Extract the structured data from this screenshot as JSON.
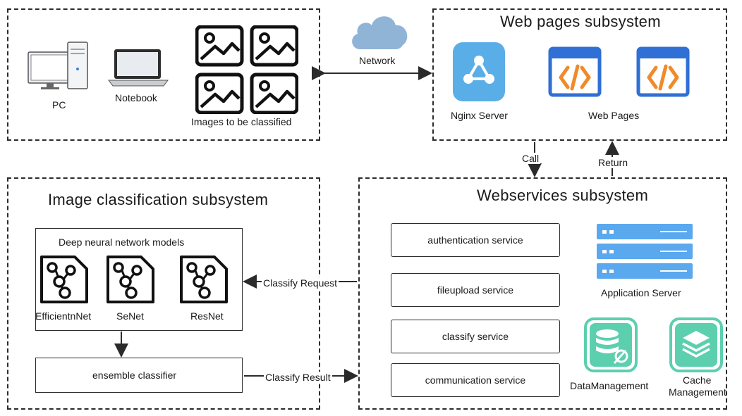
{
  "clients": {
    "pc_label": "PC",
    "notebook_label": "Notebook",
    "images_label": "Images to be classified"
  },
  "network": {
    "label": "Network"
  },
  "web_pages": {
    "title": "Web pages subsystem",
    "nginx_label": "Nginx Server",
    "pages_label": "Web Pages"
  },
  "arrows": {
    "call": "Call",
    "return": "Return",
    "classify_request": "Classify Request",
    "classify_result": "Classify Result"
  },
  "image_classification": {
    "title": "Image classification subsystem",
    "models_title": "Deep neural network models",
    "models": [
      "EfficientnNet",
      "SeNet",
      "ResNet"
    ],
    "ensemble_label": "ensemble classifier"
  },
  "webservices": {
    "title": "Webservices subsystem",
    "services": [
      "authentication service",
      "fileupload service",
      "classify service",
      "communication service"
    ],
    "app_server_label": "Application Server",
    "data_mgmt_label": "DataManagement",
    "cache_mgmt_label_line1": "Cache",
    "cache_mgmt_label_line2": "Management"
  },
  "colors": {
    "cloud": "#8fb4d6",
    "nginx": "#5aaee8",
    "web_icon": "#2f6fd6",
    "web_icon_accent": "#f08a2a",
    "server": "#5aa8ee",
    "mint": "#5ccfae"
  }
}
